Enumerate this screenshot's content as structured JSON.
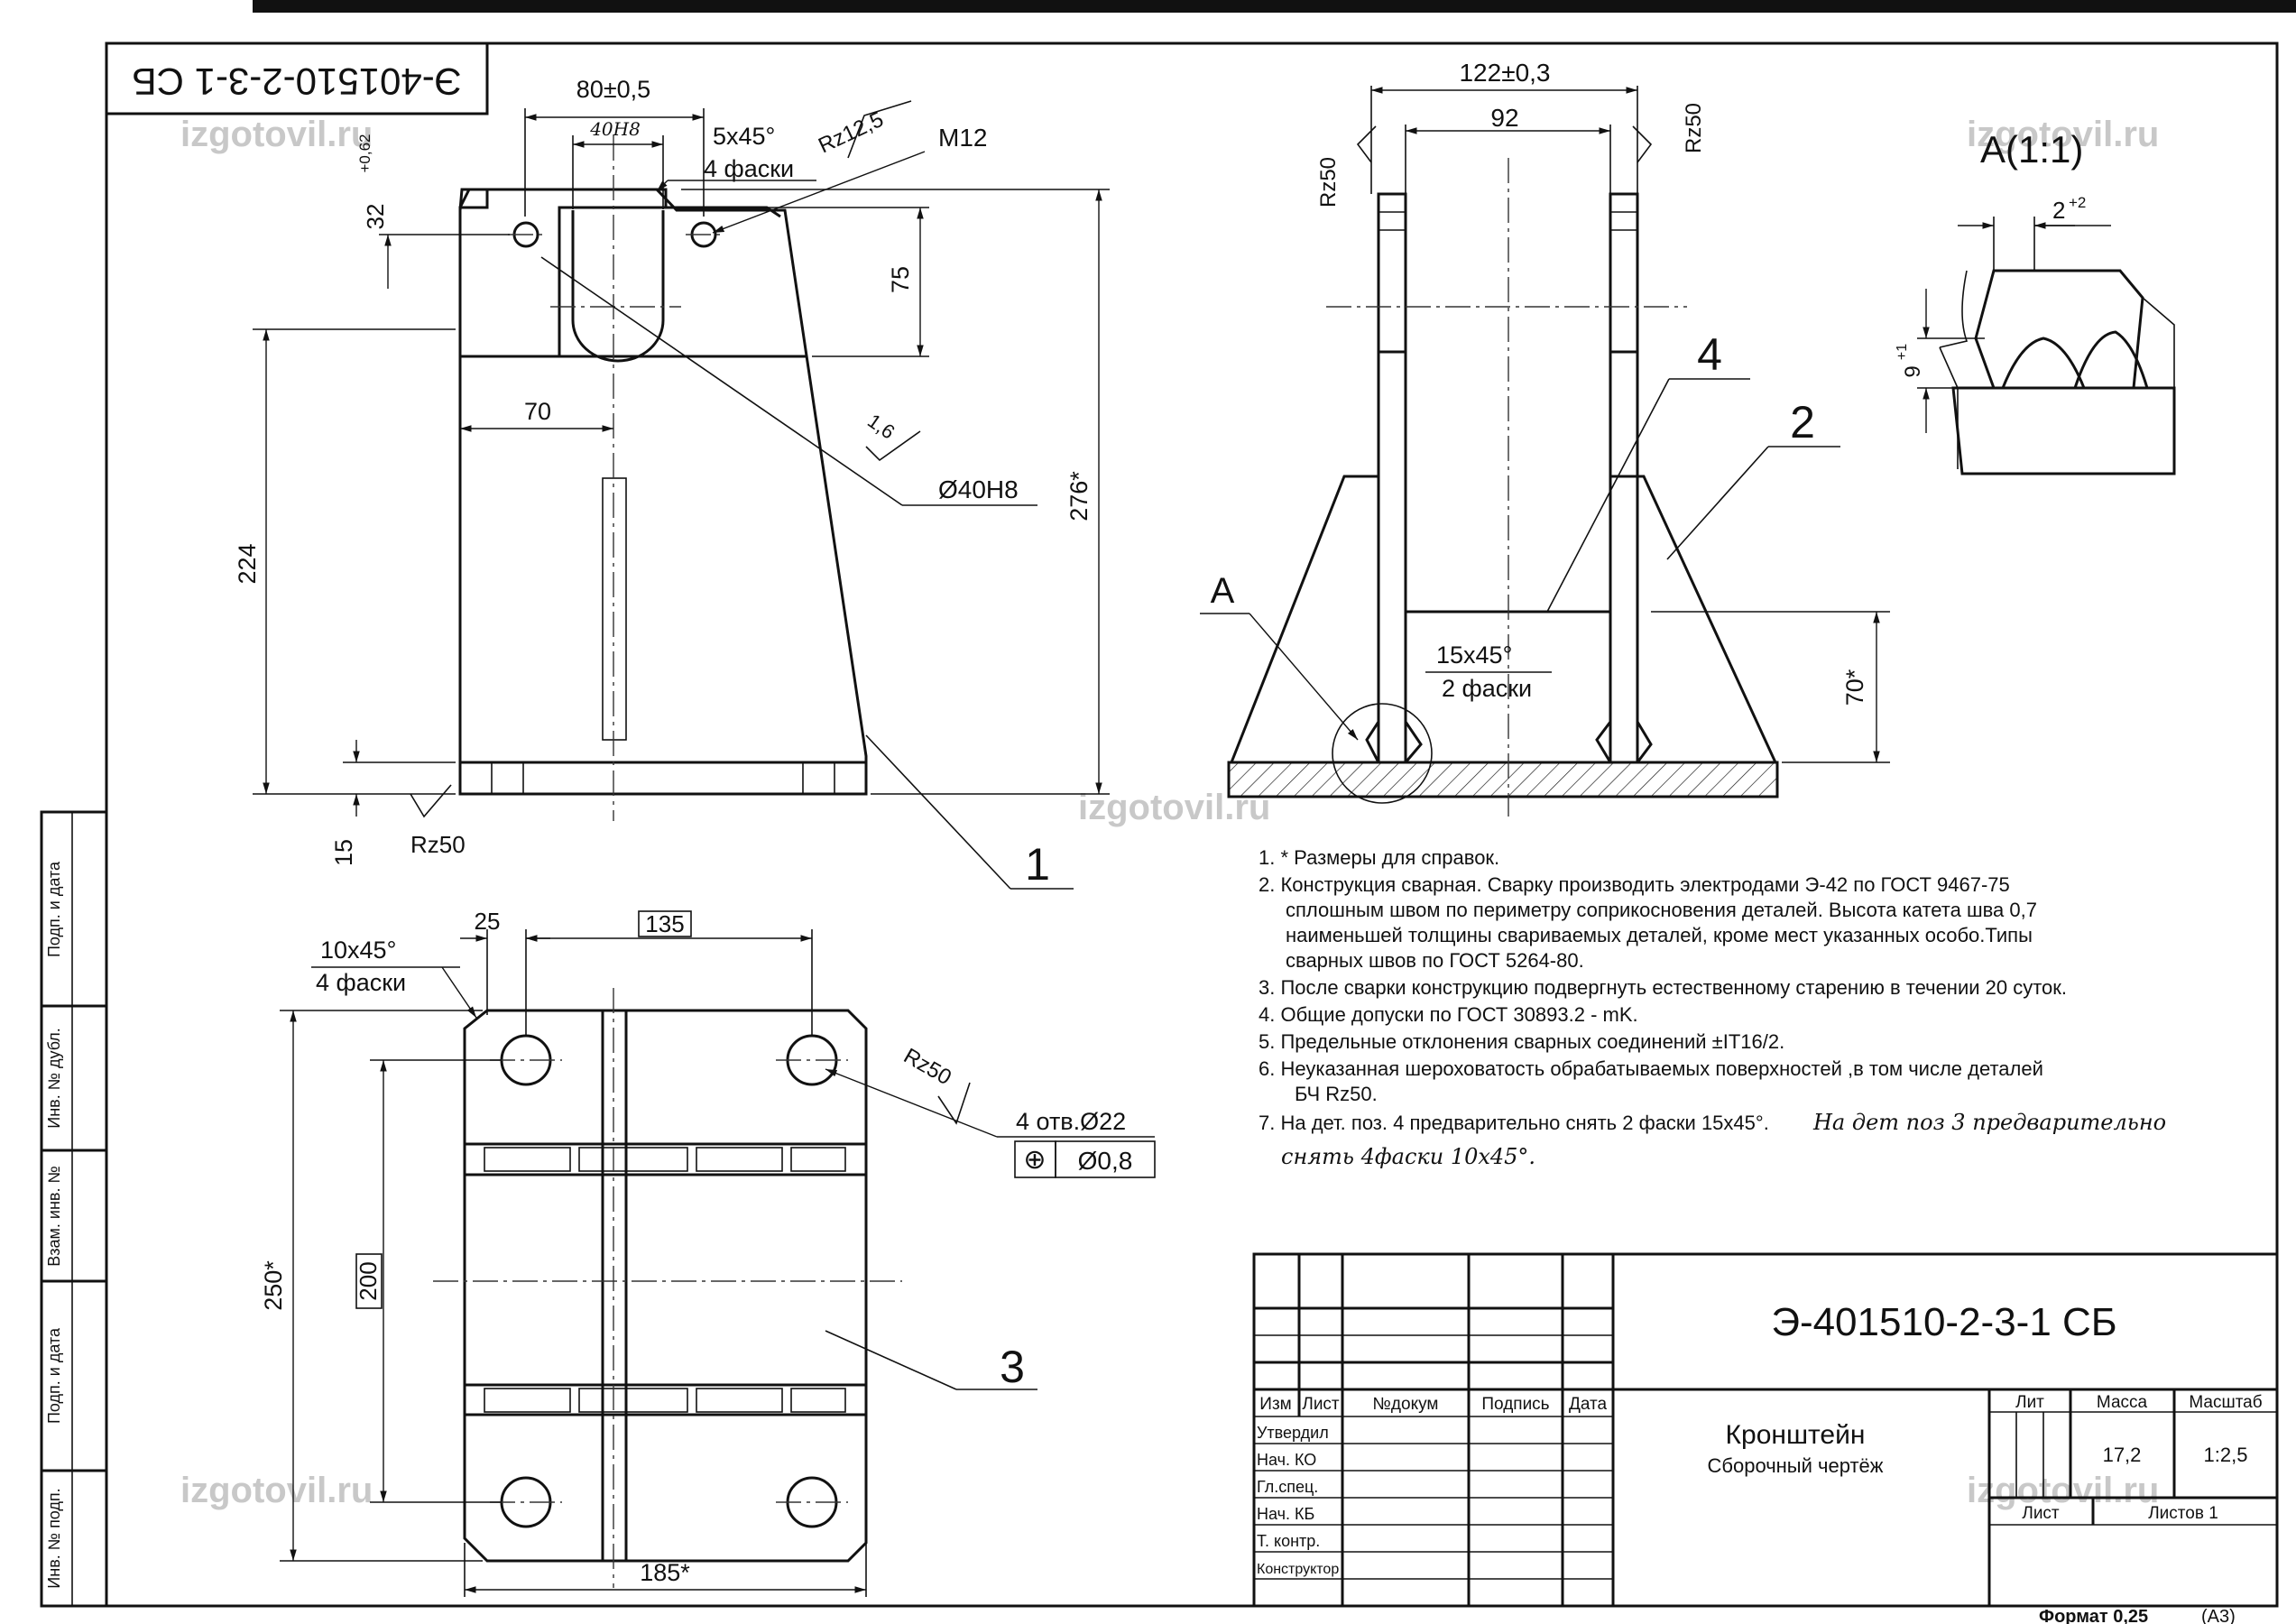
{
  "doc_code_rotated": "Э-401510-2-3-1 СБ",
  "watermark": "izgotovil.ru",
  "view_main": {
    "dim_80": "80±0,5",
    "dim_40h8": "40H8",
    "dim_chamfer": "5x45°",
    "dim_chamfer_count": "4 фаски",
    "rough_rz125": "Rz12,5",
    "thread_m12": "M12",
    "dim_32": "32",
    "dim_32_tol": "+0,62",
    "dim_75": "75",
    "dim_70": "70",
    "dim_16": "1,6",
    "dim_d40": "Ø40H8",
    "dim_224": "224",
    "dim_276": "276*",
    "dim_15": "15",
    "rough_rz50": "Rz50",
    "pos_1": "1"
  },
  "view_side": {
    "dim_122": "122±0,3",
    "dim_92": "92",
    "rough_left": "Rz50",
    "rough_right": "Rz50",
    "pos_4": "4",
    "pos_2": "2",
    "label_a": "A",
    "dim_chamfer": "15x45°",
    "dim_chamfer_count": "2 фаски",
    "dim_70": "70*"
  },
  "detail": {
    "title": "A(1:1)",
    "dim_2": "2",
    "dim_2_tol": "+2",
    "dim_9": "9",
    "dim_9_tol": "+1"
  },
  "view_plan": {
    "dim_25": "25",
    "dim_135": "135",
    "dim_chamfer": "10x45°",
    "dim_chamfer_count": "4 фаски",
    "rough_rz50": "Rz50",
    "holes": "4 отв.Ø22",
    "position_tol_symbol": "⊕",
    "position_tol": "Ø0,8",
    "dim_250": "250*",
    "dim_200": "200",
    "dim_185": "185*",
    "pos_3": "3"
  },
  "notes": [
    "1. * Размеры для справок.",
    "2. Конструкция сварная. Сварку производить электродами Э-42 по ГОСТ 9467-75",
    "сплошным швом по периметру соприкосновения деталей. Высота катета шва 0,7",
    "наименьшей толщины свариваемых деталей, кроме мест указанных особо.Типы",
    "сварных швов по ГОСТ 5264-80.",
    "3. После сварки конструкцию подвергнуть естественному старению в течении 20 суток.",
    "4. Общие допуски по ГОСТ 30893.2 - mK.",
    "5. Предельные отклонения сварных соединений ±IT16/2.",
    "6. Неуказанная шероховатость обрабатываемых поверхностей ,в том числе деталей",
    "БЧ Rz50.",
    "7. На дет. поз. 4 предварительно снять 2 фаски 15x45°."
  ],
  "handwritten": {
    "line1": "На дет поз 3 предварительно",
    "line2": "снять 4фаски 10x45°."
  },
  "side_labels": [
    "Подп. и дата",
    "Инв. № дубл.",
    "Взам. инв. №",
    "Подп. и дата",
    "Инв. № подп."
  ],
  "title_block": {
    "doc_code": "Э-401510-2-3-1 СБ",
    "name": "Кронштейн",
    "subtitle": "Сборочный чертёж",
    "col_izm": "Изм",
    "col_list": "Лист",
    "col_ndoc": "№докум",
    "col_sign": "Подпись",
    "col_date": "Дата",
    "lit": "Лит",
    "mass_label": "Масса",
    "scale_label": "Масштаб",
    "mass": "17,2",
    "scale": "1:2,5",
    "sheet": "Лист",
    "sheets": "Листов 1",
    "roles": [
      "Утвердил",
      "Нач. КО",
      "Гл.спец.",
      "Нач. КБ",
      "Т. контр.",
      "Конструктор"
    ]
  },
  "format_label": "Формат 0,25",
  "format_size": "(A3)"
}
